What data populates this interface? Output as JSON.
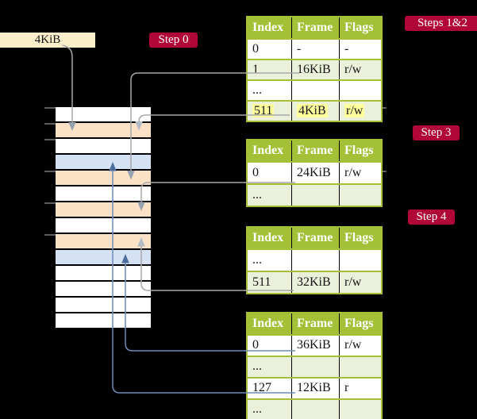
{
  "label_box": {
    "text": "4KiB"
  },
  "badges": {
    "step0": "Step 0",
    "steps12": "Steps 1&2",
    "step3": "Step 3",
    "step4": "Step 4"
  },
  "table_header": {
    "index": "Index",
    "frame": "Frame",
    "flags": "Flags"
  },
  "tables": {
    "t1": {
      "rows": [
        {
          "index": "0",
          "frame": "-",
          "flags": "-"
        },
        {
          "index": "1",
          "frame": "16KiB",
          "flags": "r/w"
        },
        {
          "index": "...",
          "frame": "",
          "flags": ""
        },
        {
          "index": "511",
          "frame": "4KiB",
          "flags": "r/w"
        }
      ],
      "highlighted_row": 3
    },
    "t2": {
      "rows": [
        {
          "index": "0",
          "frame": "24KiB",
          "flags": "r/w"
        },
        {
          "index": "...",
          "frame": "",
          "flags": ""
        }
      ]
    },
    "t3": {
      "rows": [
        {
          "index": "...",
          "frame": "",
          "flags": ""
        },
        {
          "index": "511",
          "frame": "32KiB",
          "flags": "r/w"
        }
      ]
    },
    "t4": {
      "rows": [
        {
          "index": "0",
          "frame": "36KiB",
          "flags": "r/w"
        },
        {
          "index": "...",
          "frame": "",
          "flags": ""
        },
        {
          "index": "127",
          "frame": "12KiB",
          "flags": "r"
        },
        {
          "index": "...",
          "frame": "",
          "flags": ""
        }
      ]
    }
  },
  "memory": {
    "rows": [
      "white",
      "orange",
      "white",
      "blue",
      "orange",
      "white",
      "orange",
      "white",
      "orange",
      "blue",
      "white",
      "white",
      "white",
      "white"
    ]
  },
  "colors": {
    "background": "#000000",
    "table_header_green": "#a3c037",
    "table_row_green": "#eaf0da",
    "badge_red": "#b00638",
    "label_box_cream": "#faeecb",
    "memory_orange": "#fbe2c7",
    "memory_blue": "#d5e2f3",
    "highlight_yellow": "#ffff9e",
    "connector_gray": "#a8a8a8",
    "connector_blue": "#6d8cba"
  }
}
